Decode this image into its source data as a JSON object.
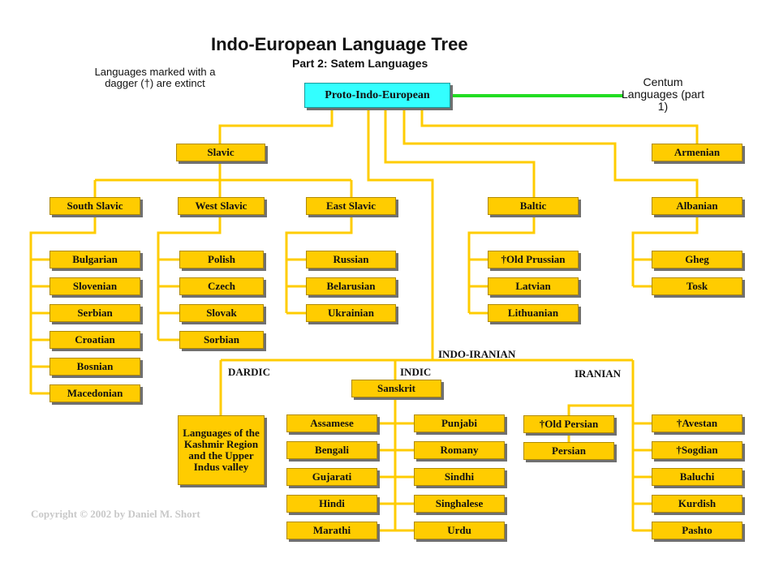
{
  "header": {
    "title": "Indo-European Language Tree",
    "subtitle": "Part 2: Satem Languages",
    "note": "Languages marked with a dagger (†) are extinct",
    "centum_label": "Centum Languages (part 1)",
    "copyright": "Copyright © 2002 by Daniel M. Short"
  },
  "colors": {
    "box_fill": "#ffcc00",
    "root_fill": "#33ffff",
    "line": "#ffcc00",
    "centum_line": "#22dd22",
    "shadow": "#707070"
  },
  "nodes": {
    "root": "Proto-Indo-European",
    "slavic": "Slavic",
    "armenian": "Armenian",
    "south_slavic": "South Slavic",
    "west_slavic": "West Slavic",
    "east_slavic": "East Slavic",
    "baltic": "Baltic",
    "albanian": "Albanian",
    "bulgarian": "Bulgarian",
    "slovenian": "Slovenian",
    "serbian": "Serbian",
    "croatian": "Croatian",
    "bosnian": "Bosnian",
    "macedonian": "Macedonian",
    "polish": "Polish",
    "czech": "Czech",
    "slovak": "Slovak",
    "sorbian": "Sorbian",
    "russian": "Russian",
    "belarusian": "Belarusian",
    "ukrainian": "Ukrainian",
    "old_prussian": "†Old Prussian",
    "latvian": "Latvian",
    "lithuanian": "Lithuanian",
    "gheg": "Gheg",
    "tosk": "Tosk",
    "sanskrit": "Sanskrit",
    "dardic_languages": "Languages of the Kashmir Region and the Upper Indus valley",
    "assamese": "Assamese",
    "bengali": "Bengali",
    "gujarati": "Gujarati",
    "hindi": "Hindi",
    "marathi": "Marathi",
    "punjabi": "Punjabi",
    "romany": "Romany",
    "sindhi": "Sindhi",
    "singhalese": "Singhalese",
    "urdu": "Urdu",
    "old_persian": "†Old Persian",
    "persian": "Persian",
    "avestan": "†Avestan",
    "sogdian": "†Sogdian",
    "baluchi": "Baluchi",
    "kurdish": "Kurdish",
    "pashto": "Pashto"
  },
  "sections": {
    "indo_iranian": "INDO-IRANIAN",
    "dardic": "DARDIC",
    "indic": "INDIC",
    "iranian": "IRANIAN"
  }
}
